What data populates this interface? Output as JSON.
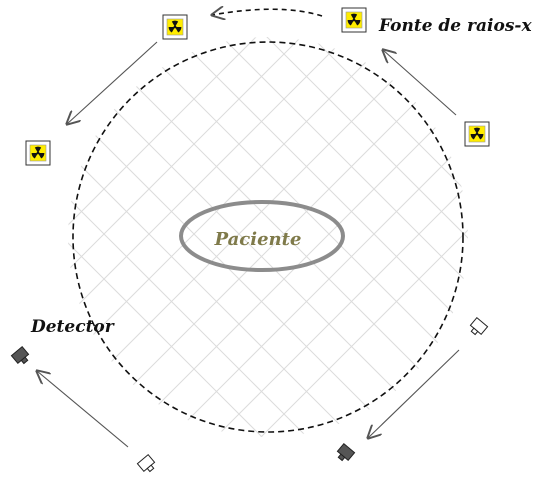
{
  "labels": {
    "source": "Fonte de raios-x",
    "detector": "Detector",
    "patient": "Paciente"
  },
  "colors": {
    "grid": "#dcdcdc",
    "orbit": "#111111",
    "patient_stroke": "#8c8c8c",
    "patient_text": "#7f7a4a",
    "arrow": "#555555",
    "source_fill": "#ffec00",
    "detector_dark": "#555555",
    "detector_light": "#ffffff"
  },
  "icons": {
    "source": "radiation-trefoil-icon",
    "detector": "x-ray-detector-icon"
  }
}
